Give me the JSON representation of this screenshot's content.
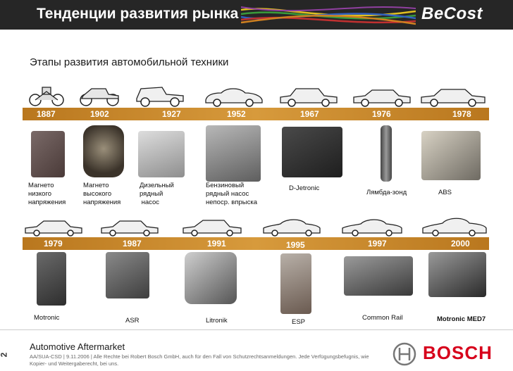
{
  "header": {
    "title": "Тенденции развития рынка",
    "logo": "BeCost"
  },
  "subtitle": "Этапы развития автомобильной техники",
  "row1": {
    "years": [
      "1887",
      "1902",
      "1927",
      "1952",
      "1967",
      "1976",
      "1978"
    ],
    "captions": [
      "Магнето\nнизкого\nнапряжения",
      "Магнето\nвысокого\nнапряжения",
      "Дизельный\nрядный\n насос",
      "Бензиновый\nрядный насос\nнепоср. впрыска",
      "D-Jetronic",
      "Лямбда-зонд",
      "ABS"
    ]
  },
  "row2": {
    "years": [
      "1979",
      "1987",
      "1991",
      "1995",
      "1997",
      "2000"
    ],
    "captions": [
      "Motronic",
      "ASR",
      "Litronik",
      "ESP",
      "Common Rail",
      "Motronic MED7"
    ]
  },
  "footer": {
    "page": "2",
    "title": "Automotive Aftermarket",
    "legal": "AA/SUA-CSD | 9.11.2006 | Alle Rechte bei Robert Bosch GmbH, auch für den Fall von Schutzrechtsanmeldungen. Jede Verfügungsbefugnis, wie Kopier- und Weitergaberecht, bei uns.",
    "brand": "BOSCH"
  },
  "colors": {
    "header_bg": "#262626",
    "band": "#c98a2c",
    "brand_red": "#d7001b"
  }
}
